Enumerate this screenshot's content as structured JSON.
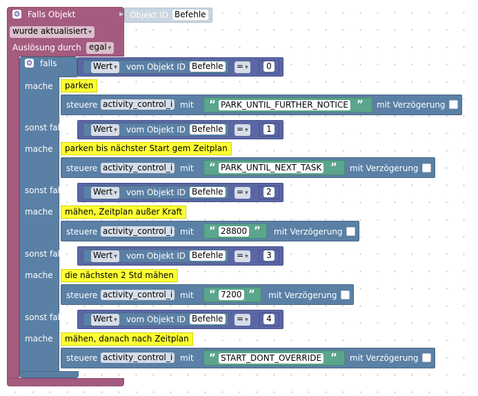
{
  "event": {
    "title": "Falls Objekt",
    "oid_label": "Objekt ID",
    "oid_value": "Befehle",
    "trigger_value": "wurde aktualisiert",
    "trigger_label": "Auslösung durch",
    "trigger_by": "egal"
  },
  "if_block": {
    "falls_label": "falls",
    "mache_label": "mache",
    "sonst_falls_label": "sonst falls"
  },
  "condition_labels": {
    "wert": "Wert",
    "vom_objekt": "vom Objekt ID",
    "oid_value": "Befehle",
    "operator": "="
  },
  "control_labels": {
    "steuere": "steuere",
    "object": "activity_control_i",
    "mit": "mit",
    "delay": "mit Verzögerung"
  },
  "branches": [
    {
      "value": "0",
      "comment": "parken",
      "text": "PARK_UNTIL_FURTHER_NOTICE"
    },
    {
      "value": "1",
      "comment": "parken bis nächster Start gem Zeitplan",
      "text": "PARK_UNTIL_NEXT_TASK"
    },
    {
      "value": "2",
      "comment": "mähen, Zeitplan außer Kraft",
      "text": "28800"
    },
    {
      "value": "3",
      "comment": "die nächsten 2 Std mähen",
      "text": "7200"
    },
    {
      "value": "4",
      "comment": "mähen, danach nach Zeitplan",
      "text": "START_DONT_OVERRIDE"
    }
  ],
  "colors": {
    "event_block": "#a55b80",
    "logic_block": "#5b80a5",
    "compare_block": "#5b67a5",
    "text_block": "#5ba58c",
    "comment": "#ffff33"
  }
}
